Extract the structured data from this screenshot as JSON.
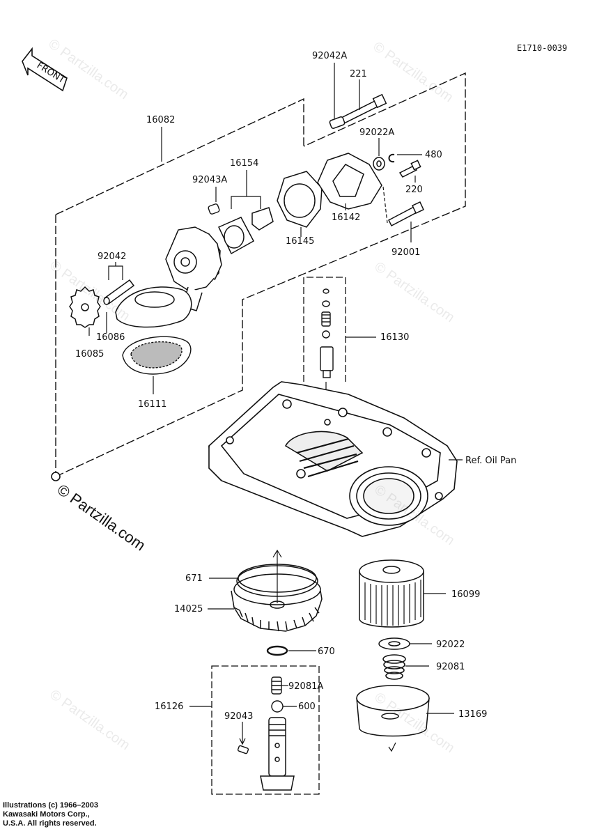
{
  "diagram_code": "E1710-0039",
  "front_label": "FRONT",
  "watermark": "© Partzilla.com",
  "copyright": {
    "line1": "Illustrations (c) 1966–2003",
    "line2": "Kawasaki Motors Corp.,",
    "line3": "U.S.A.  All rights reserved."
  },
  "callouts": {
    "p92042A": "92042A",
    "p221": "221",
    "p16082": "16082",
    "p92022A": "92022A",
    "p480": "480",
    "p16154": "16154",
    "p92043A": "92043A",
    "p220": "220",
    "p16142": "16142",
    "p16145": "16145",
    "p92001": "92001",
    "p92042": "92042",
    "p16086": "16086",
    "p16085": "16085",
    "p16130": "16130",
    "p16111": "16111",
    "ref_oil_pan": "Ref. Oil Pan",
    "p671": "671",
    "p16099": "16099",
    "p14025": "14025",
    "p92022": "92022",
    "p670": "670",
    "p92081": "92081",
    "p92081A": "92081A",
    "p16126": "16126",
    "p600": "600",
    "p13169": "13169",
    "p92043": "92043"
  }
}
